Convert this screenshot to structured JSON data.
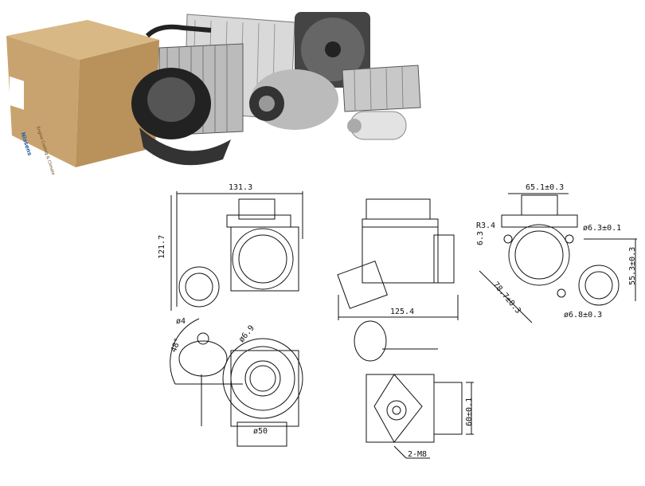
{
  "brand": {
    "logo_text": "Nissens",
    "tagline": "Engine Cooling & Climate"
  },
  "colors": {
    "box": "#c9a36f",
    "box_dark": "#a8854f",
    "brand_blue": "#1f5fa8",
    "line": "#111111"
  },
  "products": [
    "cardboard-box",
    "blower-motor",
    "evaporator",
    "condenser",
    "radiator-fan",
    "ac-compressor",
    "heater-core",
    "receiver-drier"
  ],
  "drawings": {
    "front": {
      "width": "131.3",
      "height": "121.7"
    },
    "side": {
      "length": "125.4"
    },
    "flange": {
      "width": "65.1±0.3",
      "radius": "R3.4",
      "offset": "6.3",
      "hole_top": "ø6.3±0.1",
      "diagonal": "78.7±0.3",
      "height": "55.3±0.3",
      "hole_bottom": "ø6.8±0.3"
    },
    "actuator": {
      "pin": "ø4",
      "angle": "48°",
      "hole": "ø6.9",
      "port": "ø50"
    },
    "outlet": {
      "diameter": "60±0.1",
      "bolts": "2-M8"
    }
  }
}
